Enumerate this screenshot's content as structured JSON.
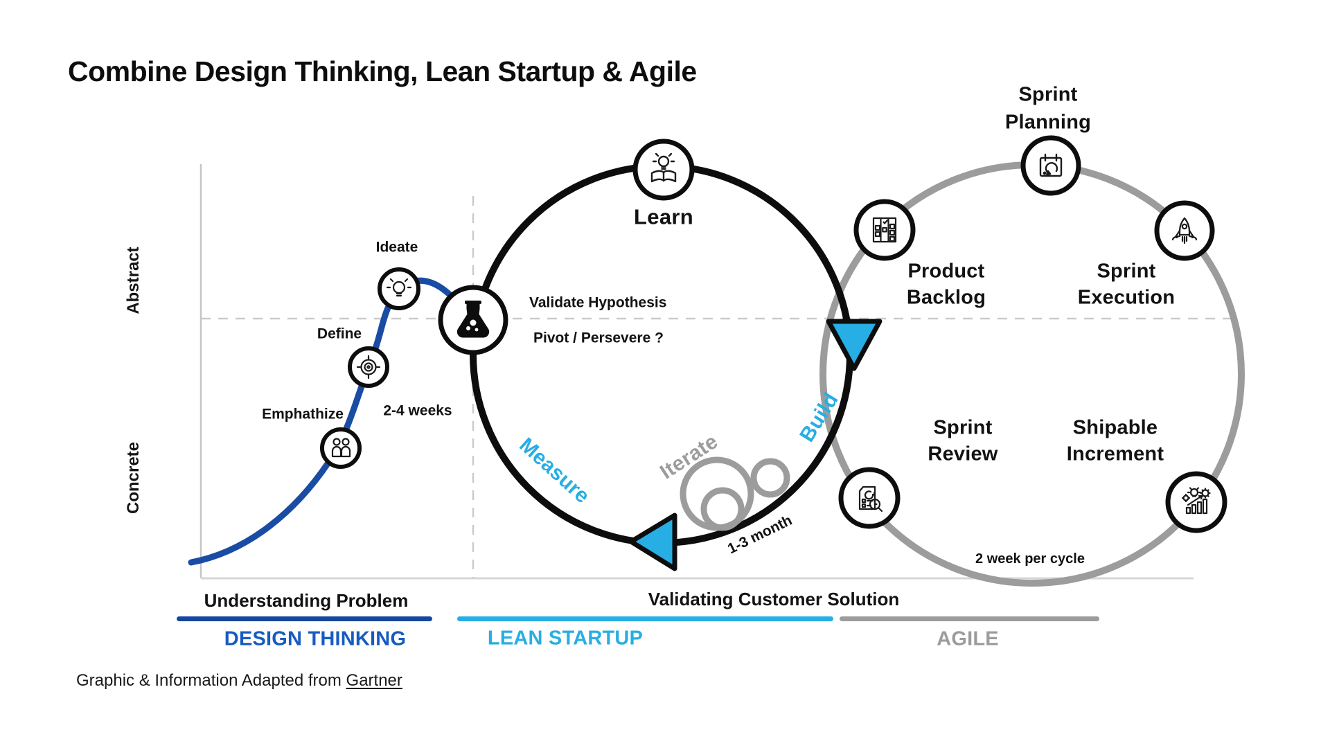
{
  "title": "Combine Design Thinking, Lean Startup & Agile",
  "axes": {
    "top": "Abstract",
    "bottom": "Concrete"
  },
  "design_thinking": {
    "stage_empathize": "Emphathize",
    "stage_define": "Define",
    "stage_ideate": "Ideate",
    "duration": "2-4 weeks",
    "bottom_caption": "Understanding Problem",
    "section_label": "DESIGN THINKING"
  },
  "lean_startup": {
    "learn": "Learn",
    "validate": "Validate Hypothesis",
    "pivot": "Pivot / Persevere ?",
    "measure": "Measure",
    "build": "Build",
    "iterate": "Iterate",
    "duration": "1-3 month",
    "section_label": "LEAN STARTUP"
  },
  "agile": {
    "planning_line1": "Sprint",
    "planning_line2": "Planning",
    "backlog_line1": "Product",
    "backlog_line2": "Backlog",
    "execution_line1": "Sprint",
    "execution_line2": "Execution",
    "review_line1": "Sprint",
    "review_line2": "Review",
    "increment_line1": "Shipable",
    "increment_line2": "Increment",
    "cycle_caption": "2 week per cycle",
    "section_label": "AGILE"
  },
  "bottom": {
    "validating_caption": "Validating Customer Solution"
  },
  "footer": {
    "prefix": "Graphic & Information Adapted from ",
    "source": "Gartner"
  },
  "icons": [
    "empathize-people-icon",
    "define-target-icon",
    "ideate-bulb-icon",
    "experiment-flask-icon",
    "learn-book-bulb-icon",
    "product-backlog-board-icon",
    "sprint-planning-calendar-icon",
    "sprint-execution-rocket-icon",
    "sprint-review-magnifier-icon",
    "shipable-increment-chart-icon"
  ],
  "colors": {
    "curve_blue": "#1A4CA3",
    "design_thinking_bar": "#14489E",
    "design_thinking_text": "#175BC0",
    "lean_cyan": "#27AEE4",
    "agile_gray": "#9C9C9C",
    "ink_black": "#0D0D0D",
    "guide_gray": "#CBCBCB"
  }
}
